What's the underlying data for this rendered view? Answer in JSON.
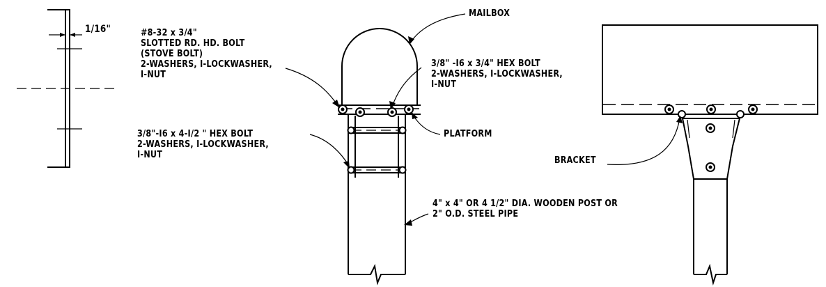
{
  "labels": {
    "thickness": "1/16\"",
    "stove_bolt": [
      "#8-32 x 3/4\"",
      "SLOTTED RD. HD. BOLT",
      "(STOVE BOLT)",
      "2-WASHERS, I-LOCKWASHER,",
      "I-NUT"
    ],
    "mailbox": "MAILBOX",
    "hex_bolt_top": [
      "3/8\" -I6 x 3/4\" HEX BOLT",
      "2-WASHERS, I-LOCKWASHER,",
      "I-NUT"
    ],
    "hex_bolt_side": [
      "3/8\"-I6 x 4-I/2 \" HEX BOLT",
      "2-WASHERS, I-LOCKWASHER,",
      "I-NUT"
    ],
    "platform": "PLATFORM",
    "post": [
      "4\" x 4\" OR 4 1/2\" DIA. WOODEN POST OR",
      "2\" O.D. STEEL PIPE"
    ],
    "bracket": "BRACKET"
  }
}
